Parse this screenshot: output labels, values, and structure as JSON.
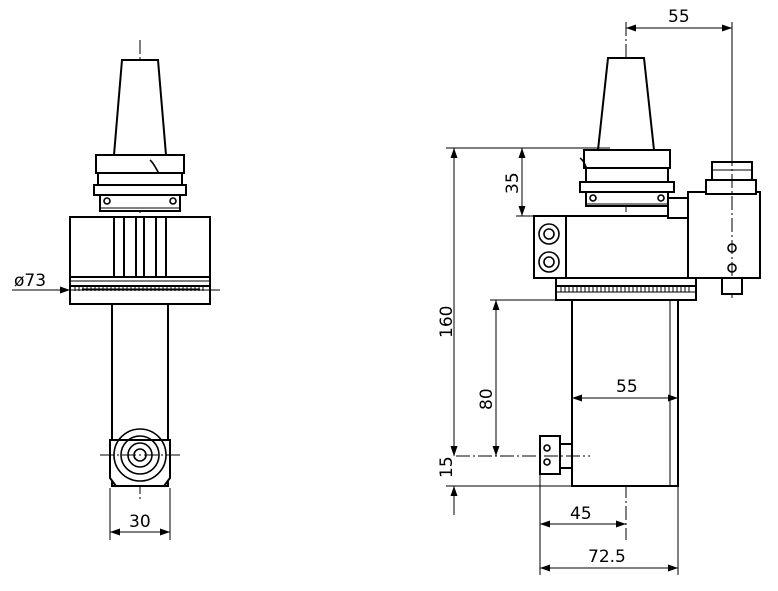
{
  "drawing": {
    "dimensions": {
      "diameter": "ø73",
      "width_bottom_left": "30",
      "offset_top": "55",
      "height_total": "160",
      "height_upper": "35",
      "height_lower": "80",
      "height_bottom": "15",
      "body_width": "55",
      "offset_side": "45",
      "overall_width": "72.5"
    }
  }
}
